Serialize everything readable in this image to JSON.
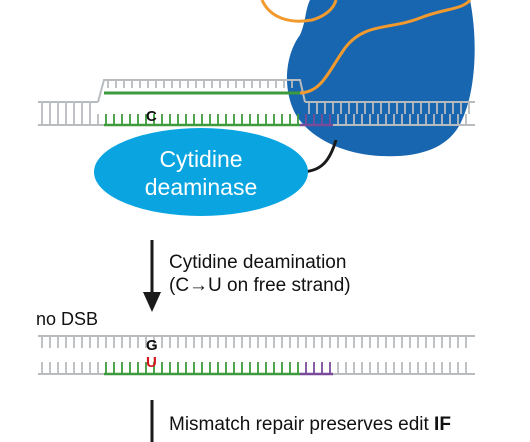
{
  "enzyme": {
    "line1": "Cytidine",
    "line2": "deaminase",
    "target_base": "C",
    "color": "#0aa5e0"
  },
  "cas_protein_color": "#1966b0",
  "guide_rna_color": "#f29a2e",
  "strand_colors": {
    "backbone": "#b9bcbf",
    "edited_strand": "#3d9a3d",
    "pam": "#7a4b9a",
    "edit_base": "#d4141c"
  },
  "step1": {
    "line1": "Cytidine deamination",
    "line2": "(C→U on free strand)"
  },
  "state_label": "no DSB",
  "after_deamination": {
    "top_base": "G",
    "bottom_base": "U"
  },
  "step2": {
    "line1_prefix": "Mismatch repair preserves edit ",
    "line1_emphasis": "IF"
  }
}
